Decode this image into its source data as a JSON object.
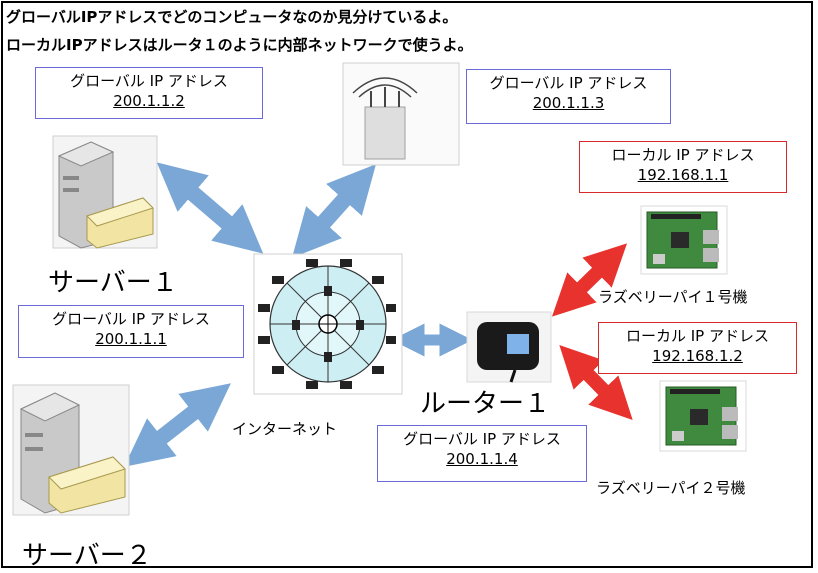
{
  "header": {
    "line1": "グローバルIPアドレスでどのコンピュータなのか見分けているよ。",
    "line2": "ローカルIPアドレスはルータ１のように内部ネットワークで使うよ。"
  },
  "boxes": {
    "server2_global": {
      "label": "グローバル IP アドレス",
      "ip": "200.1.1.2"
    },
    "ap_global": {
      "label": "グローバル IP アドレス",
      "ip": "200.1.1.3"
    },
    "server1_global": {
      "label": "グローバル IP アドレス",
      "ip": "200.1.1.1"
    },
    "router_global": {
      "label": "グローバル IP アドレス",
      "ip": "200.1.1.4"
    },
    "pi1_local": {
      "label": "ローカル IP アドレス",
      "ip": "192.168.1.1"
    },
    "pi2_local": {
      "label": "ローカル IP アドレス",
      "ip": "192.168.1.2"
    }
  },
  "labels": {
    "server1": "サーバー１",
    "server2": "サーバー２",
    "internet": "インターネット",
    "router": "ルーター１",
    "pi1": "ラズベリーパイ１号機",
    "pi2": "ラズベリーパイ２号機"
  },
  "colors": {
    "blue_arrow": "#7aa7d6",
    "red_arrow": "#e8322e",
    "blue_border": "#6a6ad8",
    "red_border": "#d82a2a",
    "board_green": "#3f8a3f"
  }
}
